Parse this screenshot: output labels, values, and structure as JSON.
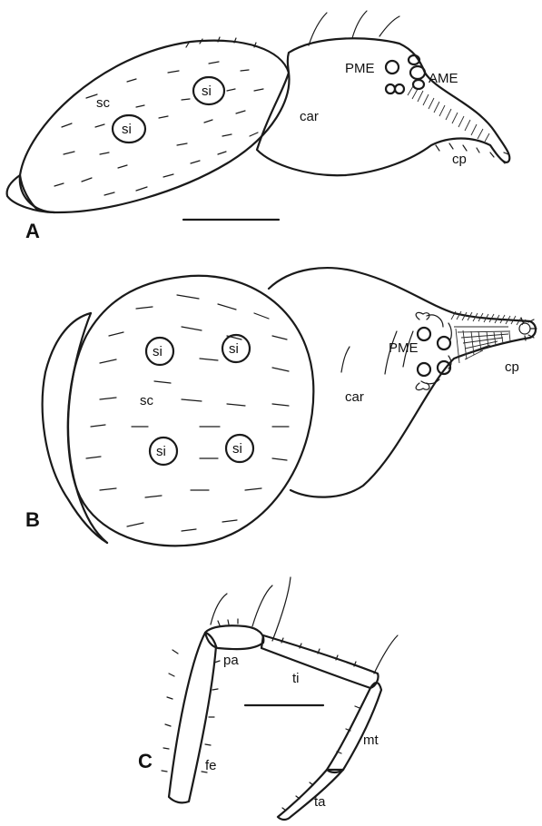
{
  "panels": {
    "a": {
      "letter": "A",
      "labels": {
        "sc": "sc",
        "si1": "si",
        "si2": "si",
        "car": "car",
        "pme": "PME",
        "ame": "AME",
        "cp": "cp"
      }
    },
    "b": {
      "letter": "B",
      "labels": {
        "sc": "sc",
        "si1": "si",
        "si2": "si",
        "si3": "si",
        "si4": "si",
        "car": "car",
        "pme": "PME",
        "cp": "cp"
      }
    },
    "c": {
      "letter": "C",
      "labels": {
        "pa": "pa",
        "ti": "ti",
        "mt": "mt",
        "fe": "fe",
        "ta": "ta"
      }
    }
  }
}
